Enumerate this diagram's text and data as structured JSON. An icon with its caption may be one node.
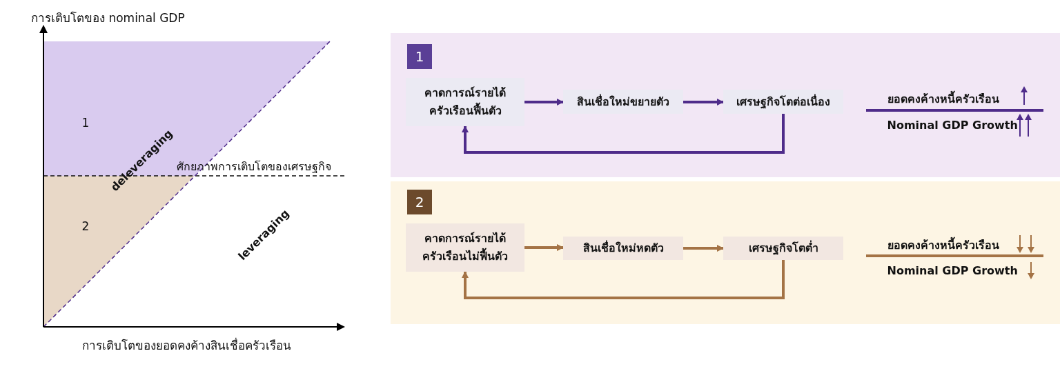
{
  "diagram": {
    "nodes": [
      {
        "text": [
          "1"
        ]
      },
      {
        "text": [
          "คาดการณ์รายได้ครัวเรือนฟื้นตัว"
        ],
        "in": 0
      },
      {
        "text": [
          "สินเชื่อใหม่ขยายตัว"
        ],
        "in": 0
      },
      {
        "text": [
          "เศรษฐกิจโตต่อเนื่อง"
        ],
        "in": 0
      },
      {
        "text": [
          "2"
        ]
      },
      {
        "text": [
          "คาดการณ์รายได้ครัวเรือนไม่ฟื้นตัว"
        ],
        "in": 4
      },
      {
        "text": [
          "สินเชื่อใหม่หดตัว"
        ],
        "in": 4
      },
      {
        "text": [
          "เศรษฐกิจโตต่ำ"
        ],
        "in": 4
      }
    ],
    "edges": [
      {
        "from": 1,
        "to": 2,
        "arrow": "to",
        "color": "#4f2c8a"
      },
      {
        "from": 2,
        "to": 3,
        "arrow": "to",
        "color": "#4f2c8a"
      },
      {
        "from": 3,
        "to": 1,
        "arrow": "to",
        "color": "#4f2c8a"
      },
      {
        "from": 5,
        "to": 6,
        "arrow": "to",
        "color": "#a47345"
      },
      {
        "from": 6,
        "to": 7,
        "arrow": "to",
        "color": "#a47345"
      },
      {
        "from": 7,
        "to": 5,
        "arrow": "to",
        "color": "#a47345"
      }
    ],
    "labels": [
      "การเติบโตของ nominal GDP",
      "1",
      "deleveraging",
      "ศักยภาพการเติบโตของเศรษฐกิจ",
      "2",
      "leveraging",
      "การเติบโตของยอดคงค้างสินเชื่อครัวเรือน",
      "ยอดคงค้างหนี้ครัวเรือน",
      "Nominal GDP Growth",
      "ยอดคงค้างหนี้ครัวเรือน",
      "Nominal GDP Growth"
    ]
  }
}
